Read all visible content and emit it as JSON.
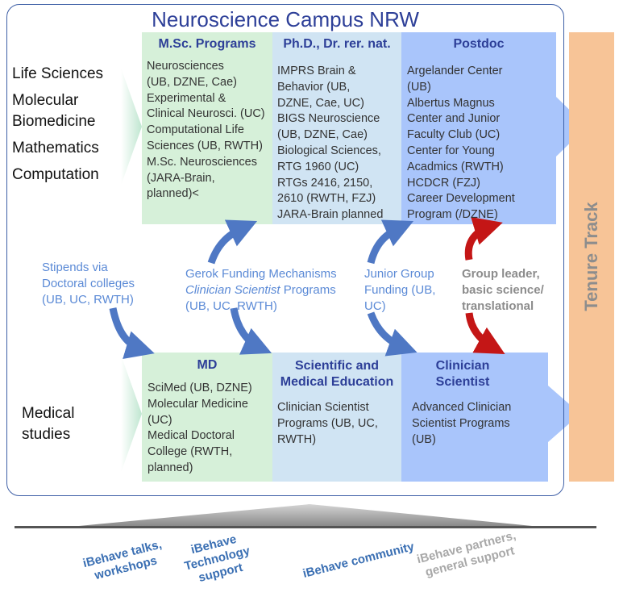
{
  "title": "Neuroscience Campus NRW",
  "left_labels": [
    "Life Sciences",
    "Molecular",
    "Biomedicine",
    "Mathematics",
    "Computation"
  ],
  "bottom_left_label": [
    "Medical",
    "studies"
  ],
  "columns_top": [
    {
      "heading": "M.Sc. Programs",
      "lines": [
        "Neurosciences",
        "(UB, DZNE, Cae)",
        "Experimental &",
        "Clinical Neurosci. (UC)",
        "Computational Life",
        "Sciences (UB, RWTH)",
        "M.Sc. Neurosciences",
        "(JARA-Brain,",
        "planned)<"
      ]
    },
    {
      "heading": "Ph.D., Dr. rer. nat.",
      "lines": [
        "IMPRS Brain &",
        "Behavior (UB,",
        "DZNE, Cae, UC)",
        "BIGS Neuroscience",
        "(UB, DZNE, Cae)",
        "Biological Sciences,",
        "RTG 1960 (UC)",
        "RTGs 2416, 2150,",
        "2610 (RWTH, FZJ)",
        "JARA-Brain planned"
      ]
    },
    {
      "heading": "Postdoc",
      "lines": [
        "Argelander Center",
        "(UB)",
        "Albertus Magnus",
        "Center and Junior",
        "Faculty Club (UC)",
        "Center for Young",
        "Acadmics (RWTH)",
        "HCDCR (FZJ)",
        "Career Development",
        "Program (/DZNE)"
      ]
    }
  ],
  "columns_bottom": [
    {
      "heading": [
        "MD"
      ],
      "lines": [
        "SciMed (UB, DZNE)",
        "Molecular Medicine",
        "(UC)",
        "Medical Doctoral",
        "College (RWTH,",
        "planned)"
      ]
    },
    {
      "heading": [
        "Scientific and",
        "Medical Education"
      ],
      "lines": [
        "Clinician Scientist",
        "Programs (UB, UC,",
        "RWTH)"
      ]
    },
    {
      "heading": [
        "Clinician",
        "Scientist"
      ],
      "lines": [
        "Advanced Clinician",
        "Scientist Programs",
        "(UB)"
      ]
    }
  ],
  "mechanisms": {
    "stipends": [
      "Stipends via",
      "Doctoral colleges",
      "(UB, UC, RWTH)"
    ],
    "gerok_line1": "Gerok Funding Mechanisms",
    "gerok_line2": "Clinician Scientist",
    "gerok_line2_suffix": " Programs",
    "gerok_line3": "(UB, UC, RWTH)",
    "junior": [
      "Junior Group",
      "Funding (UB,",
      "UC)"
    ],
    "group_leader": [
      "Group leader,",
      "basic science/",
      "translational"
    ]
  },
  "tenure_track": "Tenure Track",
  "ibehave": [
    [
      "iBehave talks,",
      "workshops"
    ],
    [
      "iBehave",
      "Technology",
      "support"
    ],
    [
      "iBehave community"
    ],
    [
      "iBehave partners,",
      "general support"
    ]
  ],
  "colors": {
    "title": "#2d3f98",
    "msc_block": "#d6f0d9",
    "phd_block": "#d0e4f3",
    "postdoc_block": "#a9c5fb",
    "tenure_bar": "#f7c497",
    "blue_arrow": "#4f78c4",
    "red_arrow": "#c41616",
    "mechanism_text": "#5b8ad6"
  }
}
